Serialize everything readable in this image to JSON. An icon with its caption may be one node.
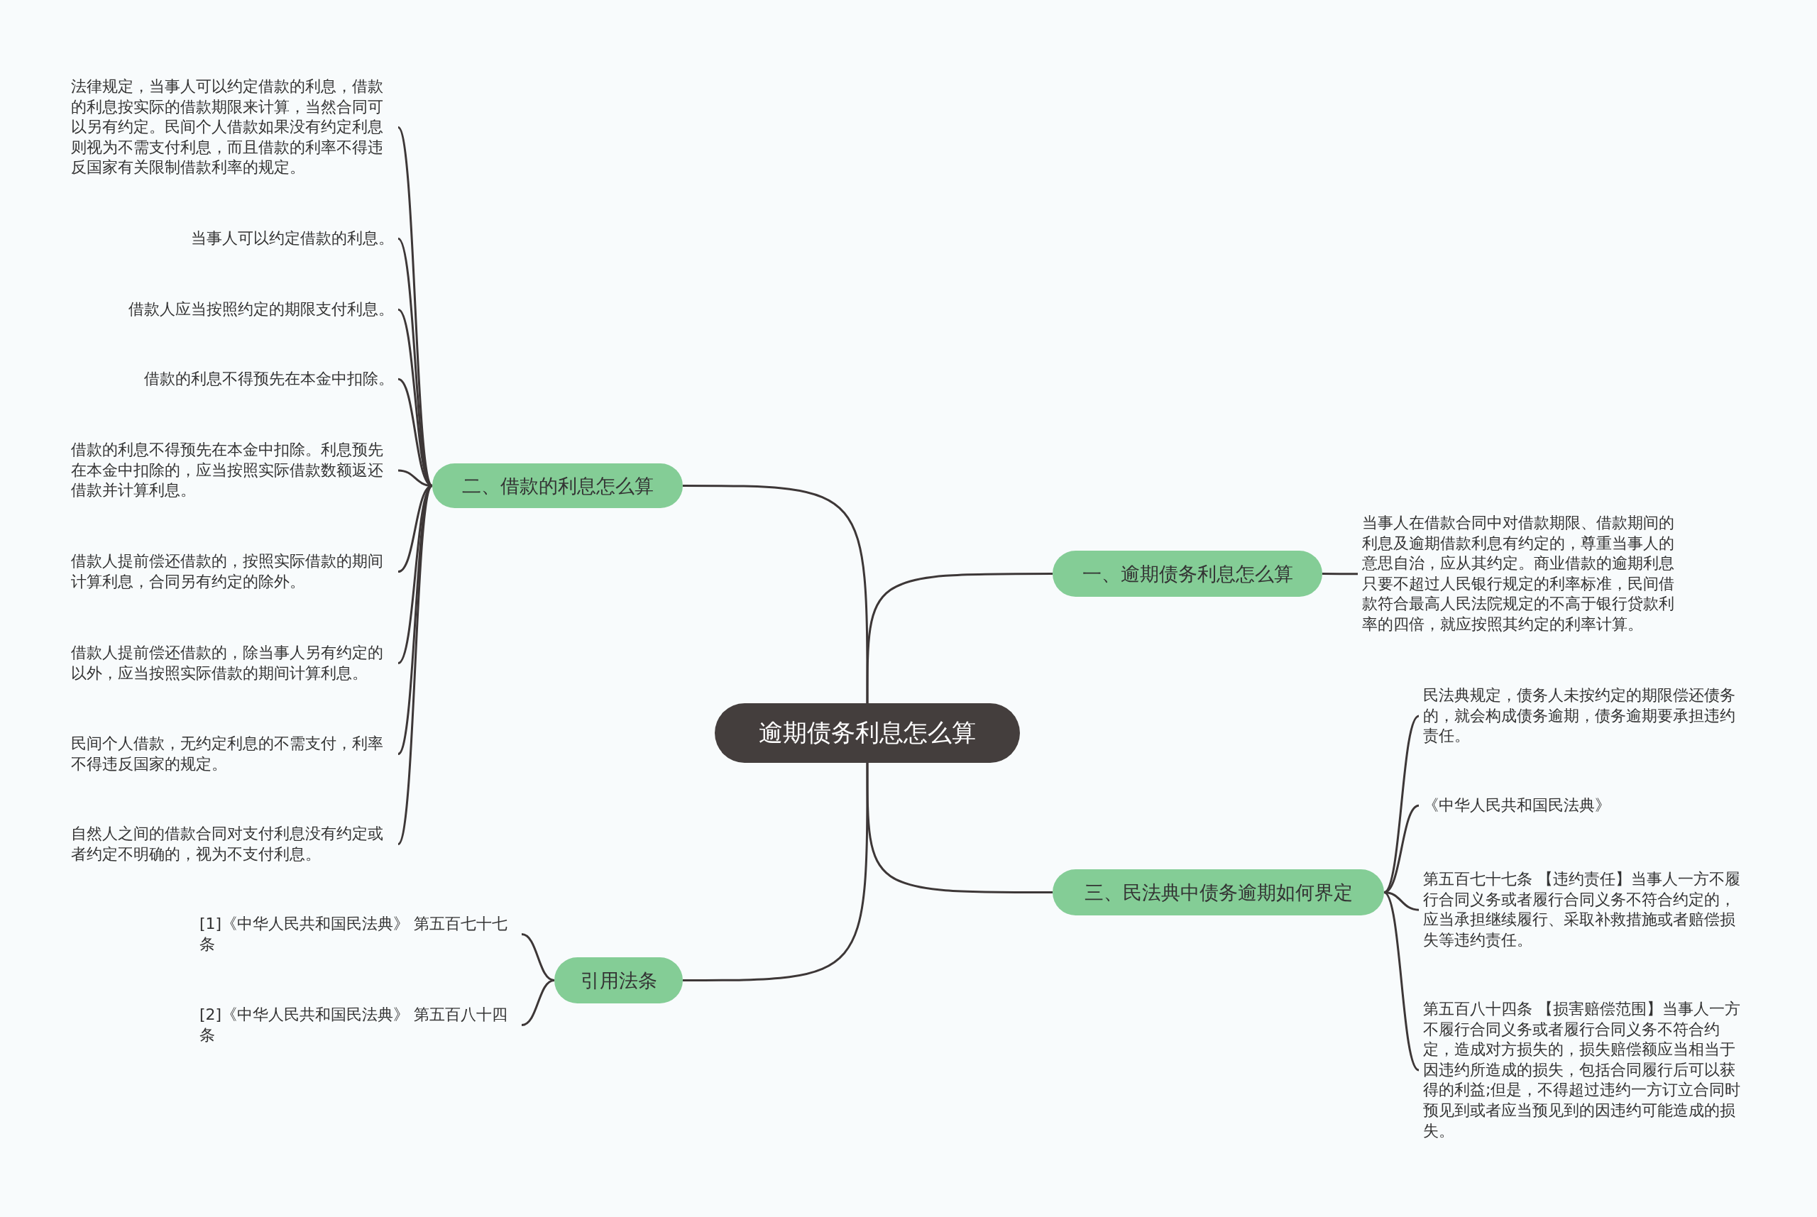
{
  "diagram": {
    "nodes": [
      {
        "text": [
          "逾期债务利息怎么算"
        ]
      },
      {
        "text": [
          "一、逾期债务利息怎么算"
        ]
      },
      {
        "text": [
          "当事人在借款合同中对借款期限、借款期间的利息及逾期借款利息有约定的，尊重当事人的意思自治，应从其约定。商业借款的逾期利息只要不超过人民银行规定的利率标准，民间借款符合最高人民法院规定的不高于银行贷款利率的四倍，就应按照其约定的利率计算。"
        ]
      },
      {
        "text": [
          "二、借款的利息怎么算"
        ]
      },
      {
        "text": [
          "法律规定，当事人可以约定借款的利息，借款的利息按实际的借款期限来计算，当然合同可以另有约定。民间个人借款如果没有约定利息则视为不需支付利息，而且借款的利率不得违反国家有关限制借款利率的规定。"
        ]
      },
      {
        "text": [
          "当事人可以约定借款的利息。"
        ]
      },
      {
        "text": [
          "借款人应当按照约定的期限支付利息。"
        ]
      },
      {
        "text": [
          "借款的利息不得预先在本金中扣除。"
        ]
      },
      {
        "text": [
          "借款的利息不得预先在本金中扣除。利息预先在本金中扣除的，应当按照实际借款数额返还借款并计算利息。"
        ]
      },
      {
        "text": [
          "借款人提前偿还借款的，按照实际借款的期间计算利息，合同另有约定的除外。"
        ]
      },
      {
        "text": [
          "借款人提前偿还借款的，除当事人另有约定的以外，应当按照实际借款的期间计算利息。"
        ]
      },
      {
        "text": [
          "民间个人借款，无约定利息的不需支付，利率不得违反国家的规定。"
        ]
      },
      {
        "text": [
          "自然人之间的借款合同对支付利息没有约定或者约定不明确的，视为不支付利息。"
        ]
      },
      {
        "text": [
          "三、民法典中债务逾期如何界定"
        ]
      },
      {
        "text": [
          "民法典规定，债务人未按约定的期限偿还债务的，就会构成债务逾期，债务逾期要承担违约责任。"
        ]
      },
      {
        "text": [
          "《中华人民共和国民法典》"
        ]
      },
      {
        "text": [
          "第五百七十七条 【违约责任】当事人一方不履行合同义务或者履行合同义务不符合约定的，应当承担继续履行、采取补救措施或者赔偿损失等违约责任。"
        ]
      },
      {
        "text": [
          "第五百八十四条 【损害赔偿范围】当事人一方不履行合同义务或者履行合同义务不符合约定，造成对方损失的，损失赔偿额应当相当于因违约所造成的损失，包括合同履行后可以获得的利益;但是，不得超过违约一方订立合同时预见到或者应当预见到的因违约可能造成的损失。"
        ]
      },
      {
        "text": [
          "引用法条"
        ]
      },
      {
        "text": [
          "[1]《中华人民共和国民法典》 第五百七十七条"
        ]
      },
      {
        "text": [
          "[2]《中华人民共和国民法典》 第五百八十四条"
        ]
      }
    ],
    "edges": [
      {
        "from": 0,
        "to": 1,
        "arrow": "none"
      },
      {
        "from": 1,
        "to": 2,
        "arrow": "none"
      },
      {
        "from": 0,
        "to": 3,
        "arrow": "none"
      },
      {
        "from": 3,
        "to": 4,
        "arrow": "none"
      },
      {
        "from": 3,
        "to": 5,
        "arrow": "none"
      },
      {
        "from": 3,
        "to": 6,
        "arrow": "none"
      },
      {
        "from": 3,
        "to": 7,
        "arrow": "none"
      },
      {
        "from": 3,
        "to": 8,
        "arrow": "none"
      },
      {
        "from": 3,
        "to": 9,
        "arrow": "none"
      },
      {
        "from": 3,
        "to": 10,
        "arrow": "none"
      },
      {
        "from": 3,
        "to": 11,
        "arrow": "none"
      },
      {
        "from": 3,
        "to": 12,
        "arrow": "none"
      },
      {
        "from": 0,
        "to": 13,
        "arrow": "none"
      },
      {
        "from": 13,
        "to": 14,
        "arrow": "none"
      },
      {
        "from": 13,
        "to": 15,
        "arrow": "none"
      },
      {
        "from": 13,
        "to": 16,
        "arrow": "none"
      },
      {
        "from": 13,
        "to": 17,
        "arrow": "none"
      },
      {
        "from": 0,
        "to": 18,
        "arrow": "none"
      },
      {
        "from": 18,
        "to": 19,
        "arrow": "none"
      },
      {
        "from": 18,
        "to": 20,
        "arrow": "none"
      }
    ]
  }
}
